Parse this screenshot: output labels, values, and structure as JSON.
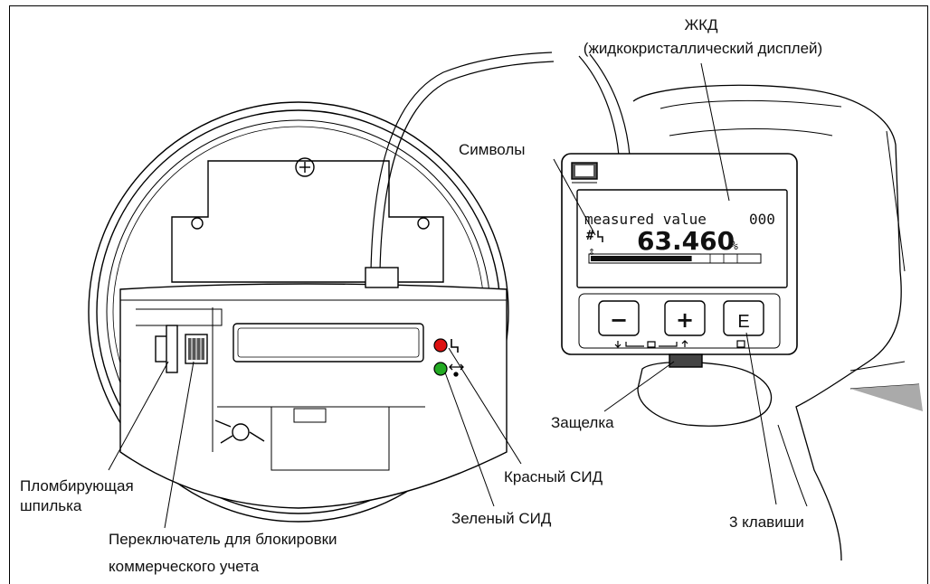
{
  "labels": {
    "lcd_title": "ЖКД",
    "lcd_subtitle": "(жидкокристаллический дисплей)",
    "symbols": "Символы",
    "latch": "Защелка",
    "red_led": "Красный СИД",
    "green_led": "Зеленый СИД",
    "three_keys": "3 клавиши",
    "seal_pin_line1": "Пломбирующая",
    "seal_pin_line2": "шпилька",
    "switch_line1": "Переключатель для блокировки",
    "switch_line2": "коммерческого учета"
  },
  "display": {
    "line1": "measured value",
    "line1_code": "000",
    "value": "63.460",
    "unit": "%",
    "bargraph_fraction": 0.6
  },
  "keys": {
    "minus": "−",
    "plus": "+",
    "enter": "E"
  },
  "icons": {
    "lock": "lightning-icon",
    "updown": "updown-arrow-icon",
    "module_logo": "eh-logo-icon",
    "screw": "phillips-screw-icon",
    "lamp": "lamp-icon"
  }
}
